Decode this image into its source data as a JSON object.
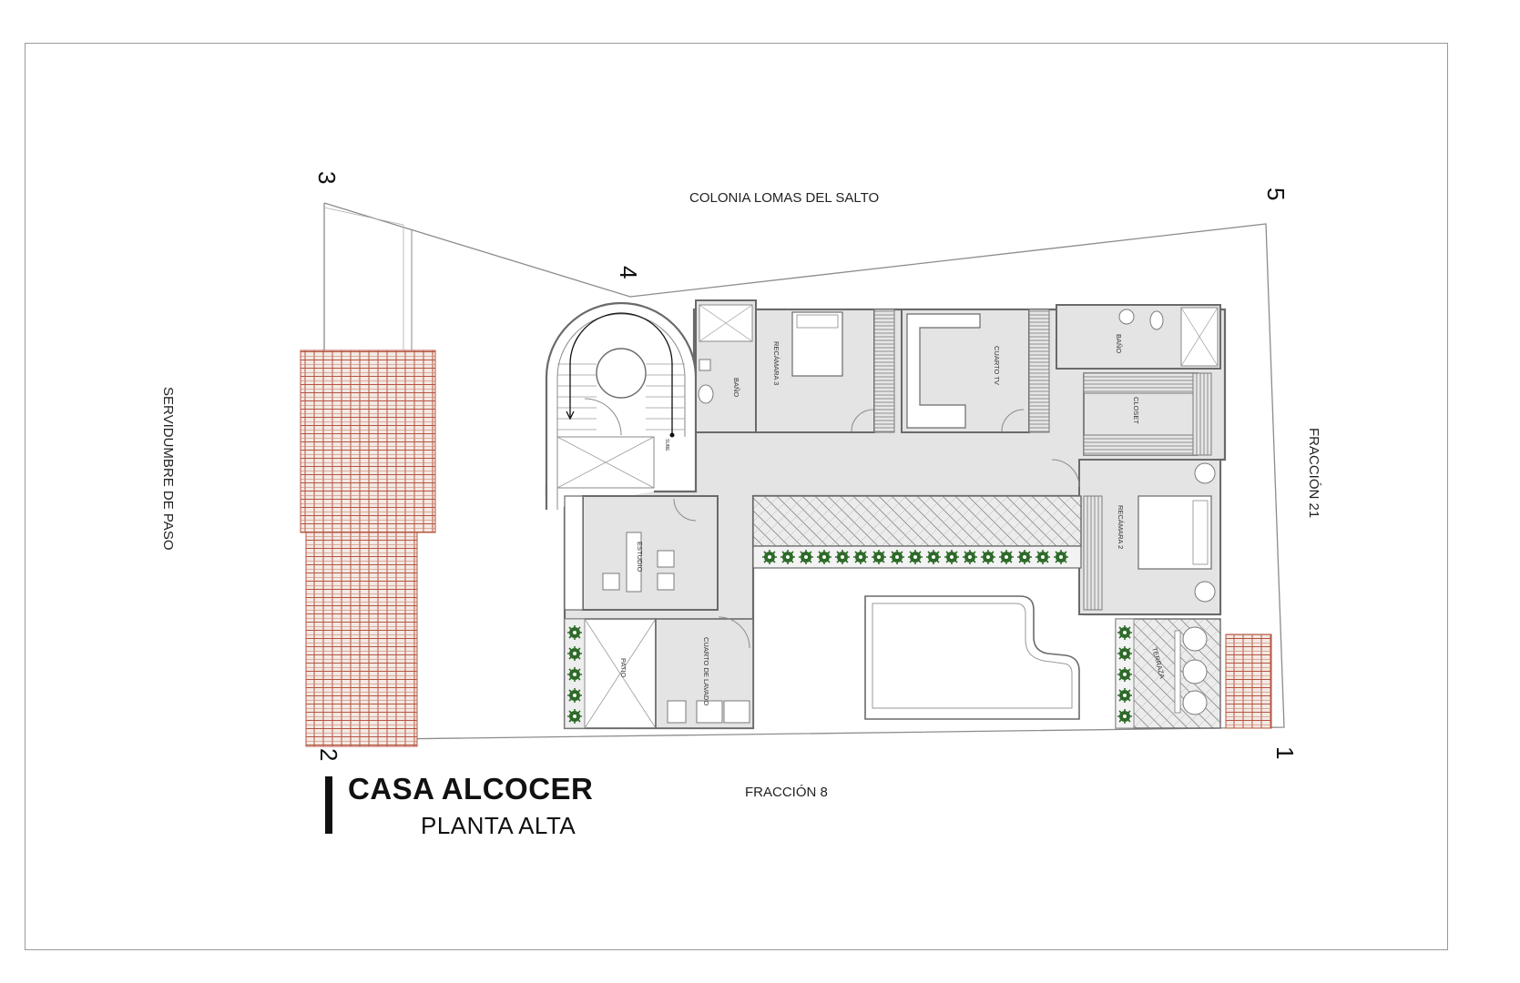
{
  "title": "CASA ALCOCER",
  "subtitle": "PLANTA ALTA",
  "boundaries": {
    "north": "COLONIA LOMAS DEL SALTO",
    "south": "FRACCIÓN 8",
    "east": "FRACCIÓN 21",
    "west": "SERVIDUMBRE DE PASO"
  },
  "vertices": [
    "1",
    "2",
    "3",
    "4",
    "5"
  ],
  "rooms": {
    "bano_1": "BAÑO",
    "recamara_3": "RECÁMARA 3",
    "cuarto_tv": "CUARTO TV",
    "bano_2": "BAÑO",
    "closet": "CLOSET",
    "recamara_2": "RECÁMARA 2",
    "estudio": "ESTUDIO",
    "cuarto_lavado": "CUARTO DE LAVADO",
    "patio": "PATIO",
    "terraza": "TERRAZA"
  },
  "stair_label": "SUBE",
  "colors": {
    "floor": "#e4e4e4",
    "wall": "#6a6a6a",
    "roof_tile": "#b5543f",
    "plant": "#2f6b2a"
  }
}
